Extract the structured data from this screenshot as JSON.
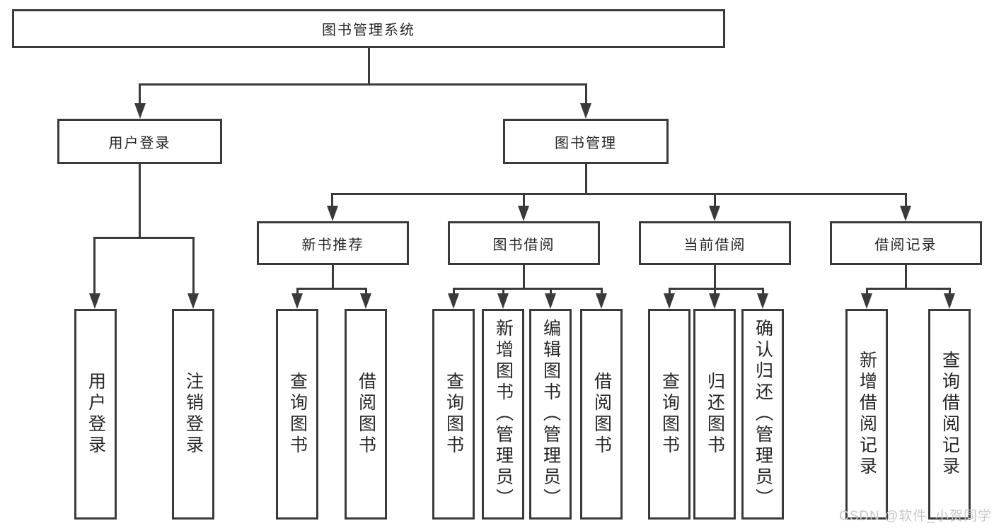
{
  "root": {
    "label": "图书管理系统",
    "children": [
      {
        "label": "用户登录",
        "children": [
          {
            "label": "用户登录"
          },
          {
            "label": "注销登录"
          }
        ]
      },
      {
        "label": "图书管理",
        "children": [
          {
            "label": "新书推荐",
            "children": [
              {
                "label": "查询图书"
              },
              {
                "label": "借阅图书"
              }
            ]
          },
          {
            "label": "图书借阅",
            "children": [
              {
                "label": "查询图书"
              },
              {
                "label": "新增图书（管理员）"
              },
              {
                "label": "编辑图书（管理员）"
              },
              {
                "label": "借阅图书"
              }
            ]
          },
          {
            "label": "当前借阅",
            "children": [
              {
                "label": "查询图书"
              },
              {
                "label": "归还图书"
              },
              {
                "label": "确认归还（管理员）"
              }
            ]
          },
          {
            "label": "借阅记录",
            "children": [
              {
                "label": "新增借阅记录"
              },
              {
                "label": "查询借阅记录"
              }
            ]
          }
        ]
      }
    ]
  },
  "watermark": {
    "text": "CSDN @软件_小贺同学"
  },
  "colors": {
    "line": "#3a3a3a",
    "text": "#262626",
    "watermark": "#c8c8c8",
    "background": "#ffffff"
  }
}
